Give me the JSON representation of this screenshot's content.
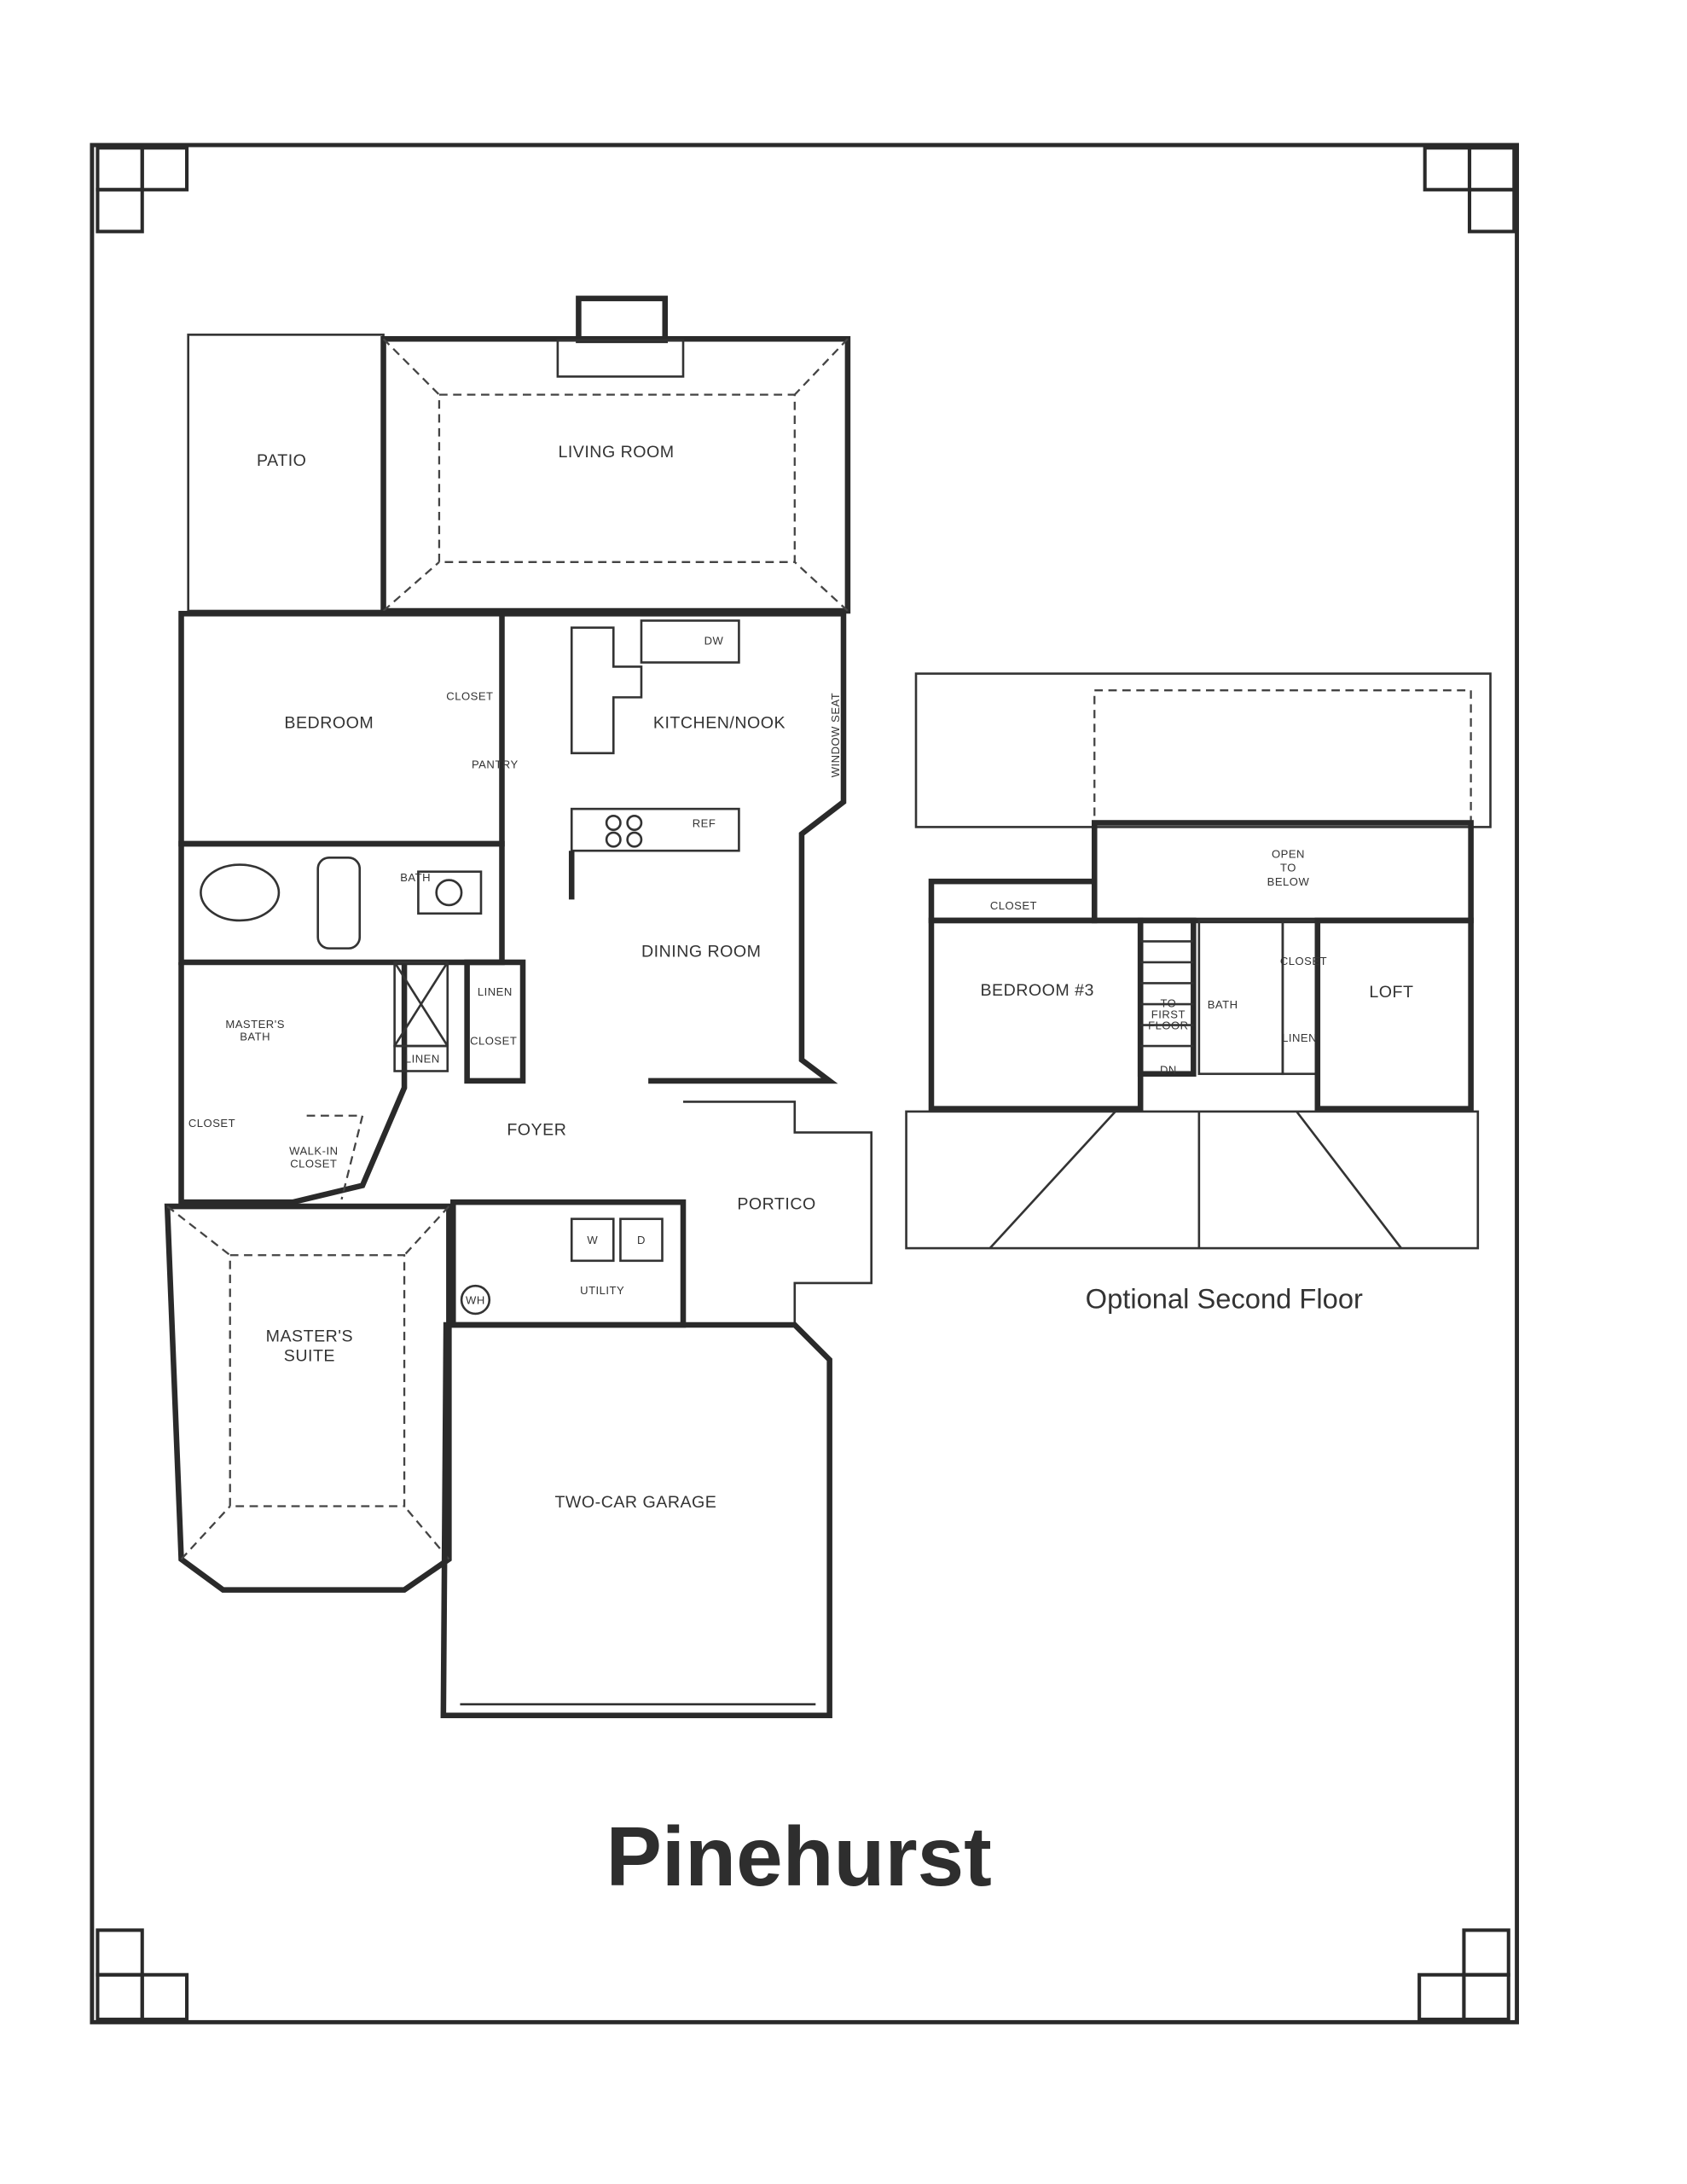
{
  "title": "Pinehurst",
  "second_floor_caption": "Optional Second Floor",
  "first_floor": {
    "patio": "PATIO",
    "living_room": "LIVING ROOM",
    "bedroom": "BEDROOM",
    "closet": "CLOSET",
    "pantry": "PANTRY",
    "kitchen": "KITCHEN/NOOK",
    "dw": "DW",
    "ref": "REF",
    "window_seat": "WINDOW SEAT",
    "bath": "BATH",
    "dining_room": "DINING ROOM",
    "masters_bath_1": "MASTER'S",
    "masters_bath_2": "BATH",
    "linen_1": "LINEN",
    "linen_2": "LINEN",
    "closet_2": "CLOSET",
    "closet_3": "CLOSET",
    "walkin_1": "WALK-IN",
    "walkin_2": "CLOSET",
    "foyer": "FOYER",
    "portico": "PORTICO",
    "washer": "W",
    "dryer": "D",
    "utility": "UTILITY",
    "water_heater": "WH",
    "masters_suite_1": "MASTER'S",
    "masters_suite_2": "SUITE",
    "garage": "TWO-CAR GARAGE"
  },
  "second_floor": {
    "open_1": "OPEN",
    "open_2": "TO",
    "open_3": "BELOW",
    "closet": "CLOSET",
    "bedroom3": "BEDROOM #3",
    "to_first_1": "TO",
    "to_first_2": "FIRST",
    "to_first_3": "FLOOR",
    "dn": "DN",
    "bath": "BATH",
    "closet2": "CLOSET",
    "linen": "LINEN",
    "loft": "LOFT"
  }
}
